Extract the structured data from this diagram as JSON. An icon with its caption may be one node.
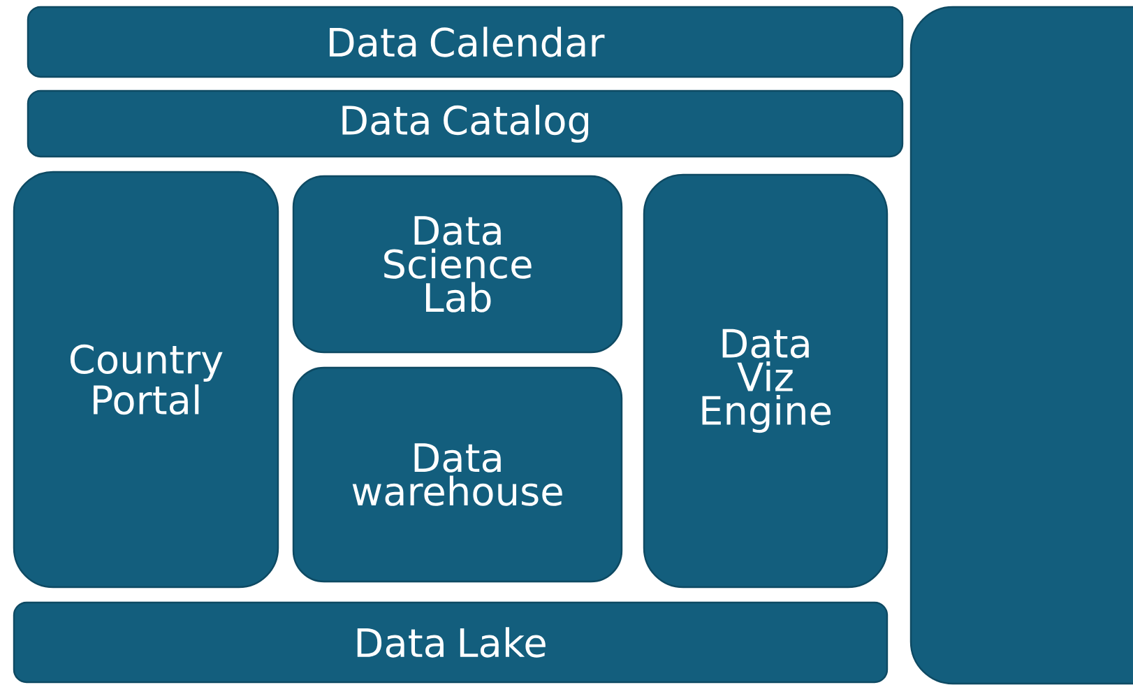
{
  "diagram": {
    "nodes": [
      {
        "text": [
          "Data Calendar"
        ]
      },
      {
        "text": [
          "Data Catalog"
        ]
      },
      {
        "text": [
          "Country Portal"
        ]
      },
      {
        "text": [
          "Data Science Lab"
        ]
      },
      {
        "text": [
          "Data warehouse"
        ]
      },
      {
        "text": [
          "Data Viz Engine"
        ]
      },
      {
        "text": [
          "Data Lake"
        ]
      },
      {
        "text": [],
        "shape": "box"
      }
    ]
  }
}
